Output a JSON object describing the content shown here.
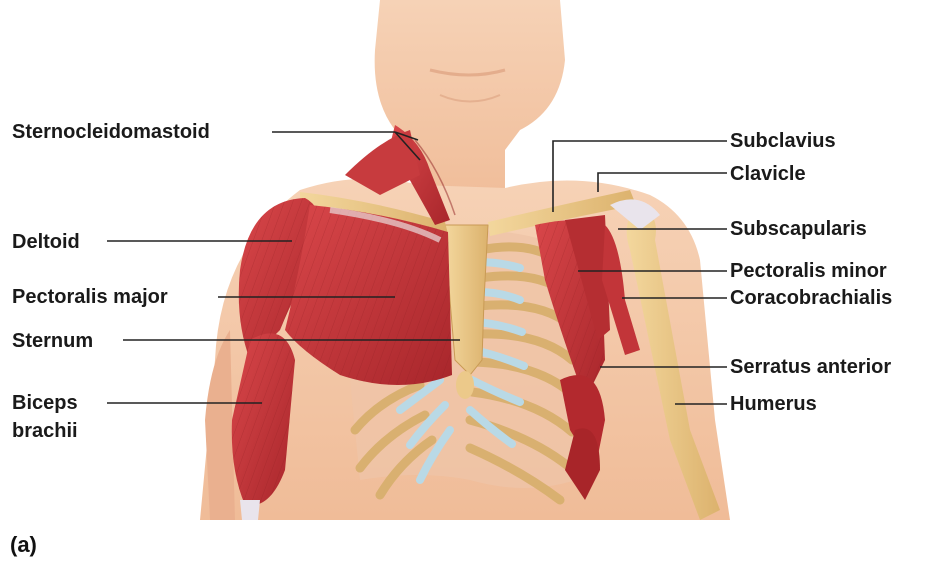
{
  "figure": {
    "panel_label": "(a)",
    "labels": {
      "sternocleidomastoid": "Sternocleidomastoid",
      "deltoid": "Deltoid",
      "pectoralis_major": "Pectoralis major",
      "sternum": "Sternum",
      "biceps_line1": "Biceps",
      "biceps_line2": "brachii",
      "subclavius": "Subclavius",
      "clavicle": "Clavicle",
      "subscapularis": "Subscapularis",
      "pectoralis_minor": "Pectoralis minor",
      "coracobrachialis": "Coracobrachialis",
      "serratus_anterior": "Serratus anterior",
      "humerus": "Humerus"
    },
    "colors": {
      "skin": "#f2c3a2",
      "skin_shadow": "#e2a27e",
      "muscle": "#c9393a",
      "muscle_dark": "#8f1f22",
      "bone": "#ecc98a",
      "cartilage": "#b9d9e6",
      "tendon": "#e9e4ec",
      "leader_line": "#222222"
    }
  }
}
